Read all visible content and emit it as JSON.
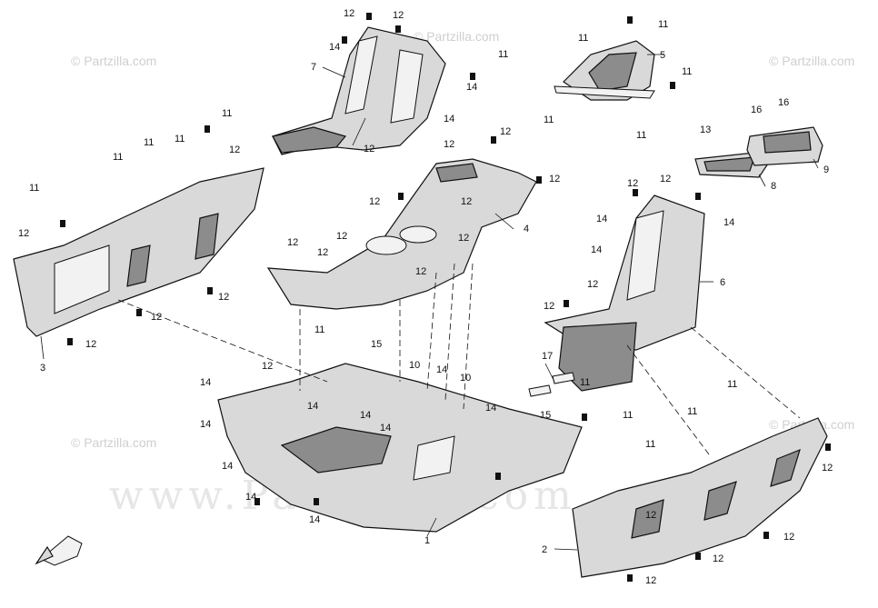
{
  "watermarks": {
    "copyright_main": "© Partzilla.com",
    "copyright_side": "© Partzilla.com",
    "background_text": "www.Partzilla.com"
  },
  "callouts": [
    "1",
    "2",
    "3",
    "4",
    "5",
    "6",
    "7",
    "8",
    "9",
    "10",
    "11",
    "12",
    "13",
    "14",
    "15",
    "16",
    "17"
  ],
  "colors": {
    "line": "#111111",
    "part_fill": "#d9d9d9",
    "part_dark": "#8c8c8c",
    "watermark": "#cfcfcf"
  }
}
